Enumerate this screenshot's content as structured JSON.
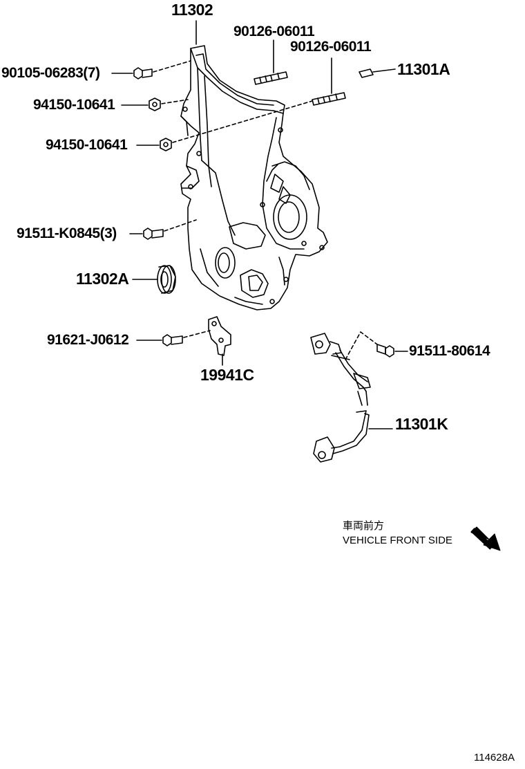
{
  "labels": {
    "cover": "11302",
    "stud_upper": "90126-06011",
    "stud_lower": "90126-06011",
    "bolt_cover": "90105-06283(7)",
    "plug": "11301A",
    "nut_upper": "94150-10641",
    "nut_lower": "94150-10641",
    "bolt_side": "91511-K0845(3)",
    "oil_seal": "11302A",
    "bolt_bracket": "91621-J0612",
    "bracket": "19941C",
    "bolt_sensor": "91511-80614",
    "sensor": "11301K"
  },
  "direction": {
    "japanese": "車両前方",
    "english": "VEHICLE FRONT SIDE",
    "arrow_icon": "arrow-down-right-icon"
  },
  "figure_id": "114628A",
  "colors": {
    "ink": "#000000",
    "paper": "#ffffff"
  }
}
